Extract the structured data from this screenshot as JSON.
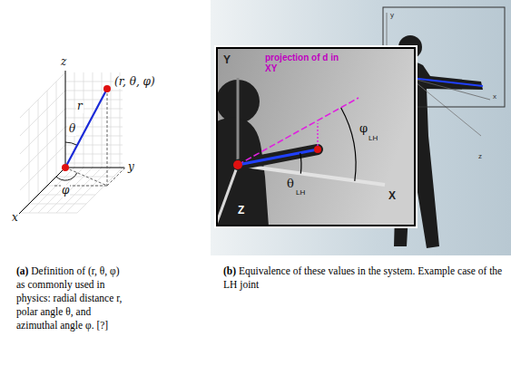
{
  "diagram": {
    "labels": [
      "z",
      "y",
      "x",
      "(r, θ, φ)",
      "r",
      "θ",
      "φ",
      "projection of d in XY",
      "φ",
      "LH",
      "θ",
      "LH",
      "Y",
      "X",
      "Z",
      "y",
      "x",
      "z",
      "(a)",
      "Definition of (r, θ, φ) as commonly used in physics: radial distance r, polar angle θ, and azimuthal angle φ. [?]",
      "(b)",
      "Equivalence of these values in the system. Example case of the LH joint"
    ]
  }
}
